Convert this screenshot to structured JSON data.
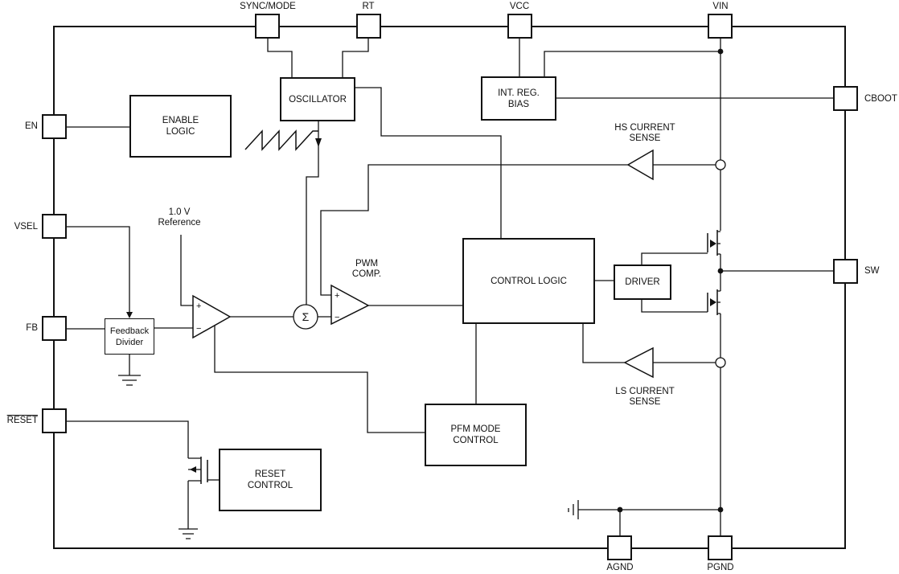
{
  "pins": {
    "sync_mode": "SYNC/MODE",
    "rt": "RT",
    "vcc": "VCC",
    "vin": "VIN",
    "en": "EN",
    "vsel": "VSEL",
    "fb": "FB",
    "reset": "RESET",
    "cboot": "CBOOT",
    "sw": "SW",
    "agnd": "AGND",
    "pgnd": "PGND"
  },
  "blocks": {
    "enable_logic": {
      "line1": "ENABLE",
      "line2": "LOGIC"
    },
    "oscillator": {
      "line1": "OSCILLATOR"
    },
    "int_reg_bias": {
      "line1": "INT. REG.",
      "line2": "BIAS"
    },
    "control_logic": {
      "line1": "CONTROL LOGIC"
    },
    "driver": {
      "line1": "DRIVER"
    },
    "feedback_divider": {
      "line1": "Feedback",
      "line2": "Divider"
    },
    "pfm_mode_control": {
      "line1": "PFM MODE",
      "line2": "CONTROL"
    },
    "reset_control": {
      "line1": "RESET",
      "line2": "CONTROL"
    }
  },
  "annotations": {
    "vref": {
      "line1": "1.0 V",
      "line2": "Reference"
    },
    "pwm_comp": {
      "line1": "PWM",
      "line2": "COMP."
    },
    "hs_current_sense": {
      "line1": "HS CURRENT",
      "line2": "SENSE"
    },
    "ls_current_sense": {
      "line1": "LS CURRENT",
      "line2": "SENSE"
    },
    "sigma": "Σ",
    "plus": "+",
    "minus": "−"
  },
  "colors": {
    "line": "#111111",
    "background": "#ffffff"
  }
}
